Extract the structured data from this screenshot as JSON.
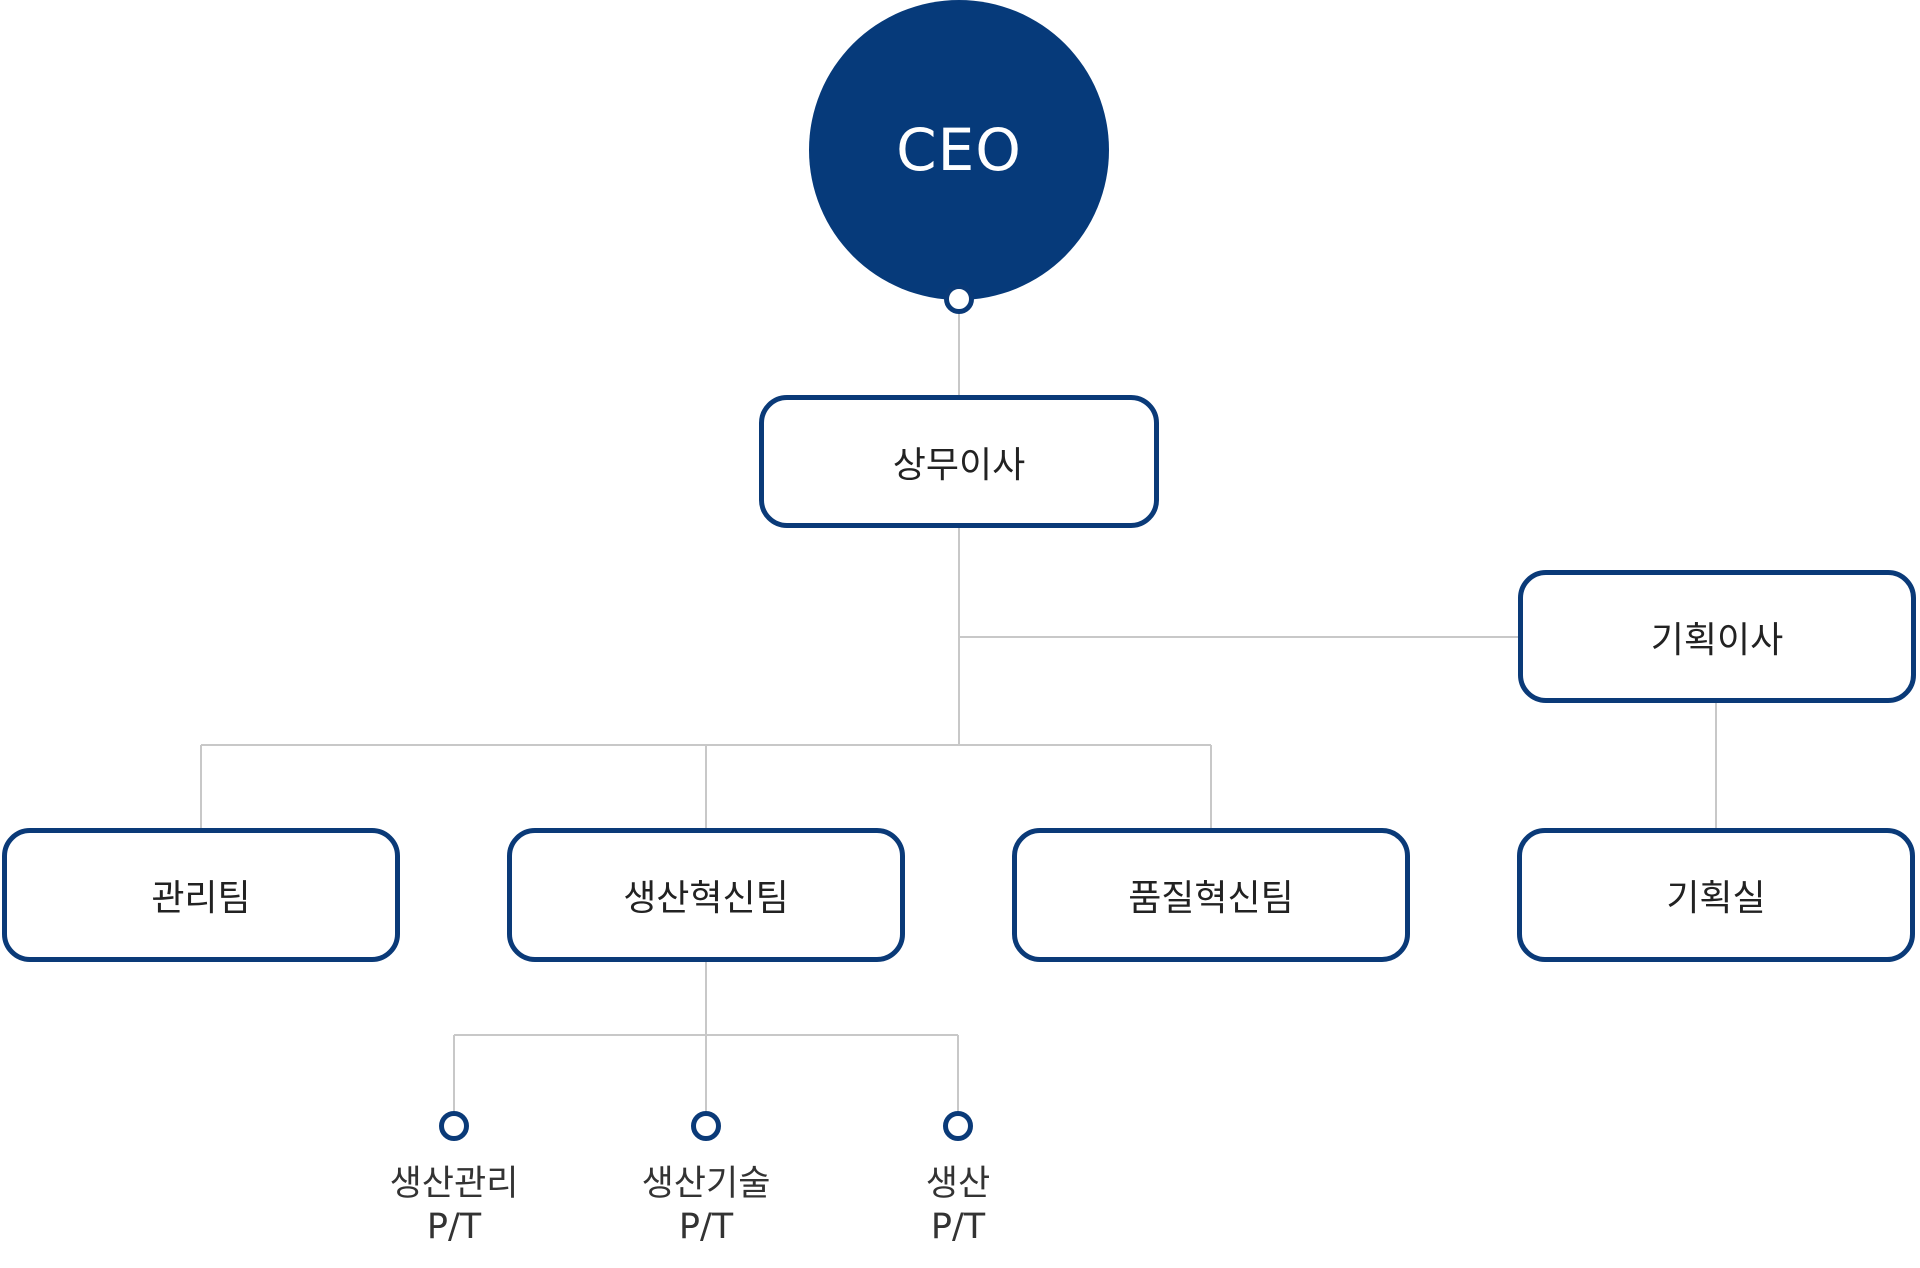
{
  "nodes": {
    "ceo": "CEO",
    "managing_director": "상무이사",
    "planning_director": "기획이사",
    "admin_team": "관리팀",
    "production_innovation_team": "생산혁신팀",
    "quality_innovation_team": "품질혁신팀",
    "planning_office": "기획실"
  },
  "sub_units": [
    {
      "line1": "생산관리",
      "line2": "P/T"
    },
    {
      "line1": "생산기술",
      "line2": "P/T"
    },
    {
      "line1": "생산",
      "line2": "P/T"
    }
  ],
  "colors": {
    "primary": "#0a3a78",
    "connector": "#c8c8c8"
  }
}
